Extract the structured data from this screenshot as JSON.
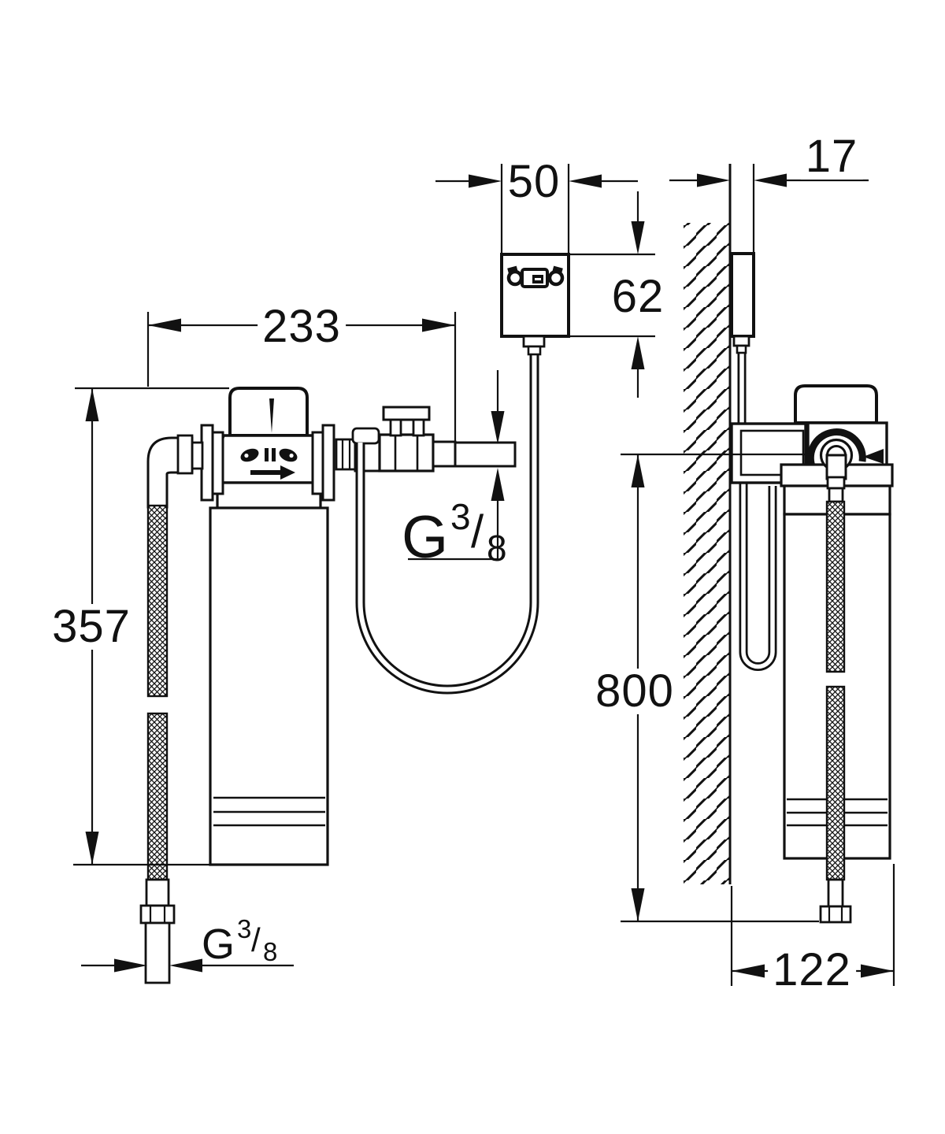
{
  "drawing": {
    "type": "installation-dimension-drawing",
    "subject": "under-sink water filter with filter head, shut-off valve, controller box and flexible hoses, front view and wall-mounted side view",
    "line_color": "#111111",
    "background_color": "#ffffff"
  },
  "dimensions": {
    "head_width": "233",
    "cartridge_height": "357",
    "controller_width": "50",
    "controller_height": "62",
    "controller_thickness": "17",
    "connection_height": "800",
    "wall_depth": "122"
  },
  "thread_labels": {
    "outlet": {
      "prefix": "G",
      "numerator": "3",
      "slash": "/",
      "denominator": "8"
    },
    "hose_end": {
      "prefix": "G",
      "numerator": "3",
      "slash": "/",
      "denominator": "8"
    }
  },
  "icons": {
    "controller_left": "tap-icon",
    "controller_right": "tap-icon",
    "controller_center": "flow-display-icon",
    "head_marks": "lock-unlock-icons",
    "head_flow": "flow-arrow-icon",
    "cap_mark": "alignment-arrow-icon",
    "wall": "wall-hatch"
  }
}
